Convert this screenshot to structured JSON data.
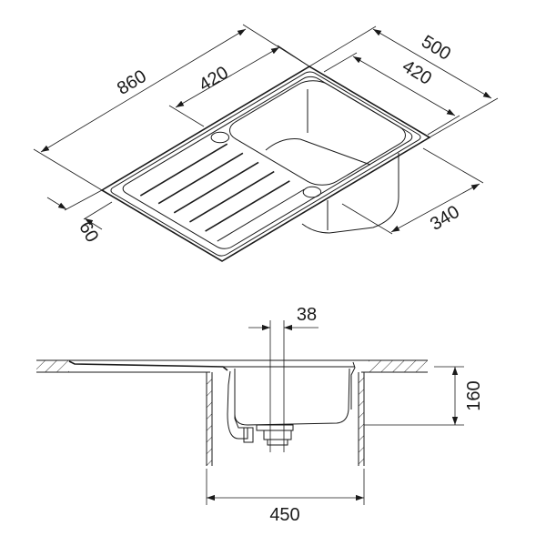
{
  "top_view": {
    "dimensions": {
      "overall_length": "860",
      "drainer_length": "420",
      "overall_depth": "500",
      "bowl_length": "420",
      "bowl_width": "340",
      "edge_offset": "60"
    }
  },
  "section_view": {
    "dimensions": {
      "waste_diameter": "38",
      "bowl_depth": "160",
      "min_cabinet_width": "450"
    }
  },
  "colors": {
    "line": "#1a1a1a",
    "background": "#ffffff"
  }
}
